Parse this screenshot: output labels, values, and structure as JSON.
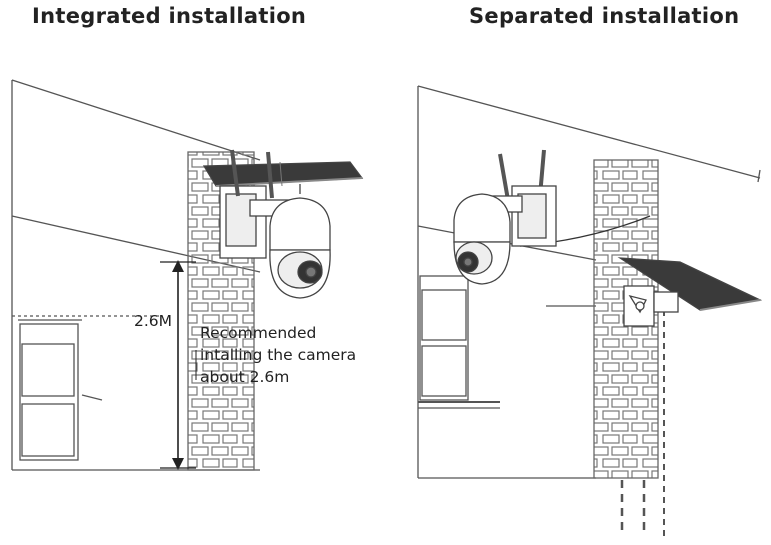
{
  "titles": {
    "integrated": "Integrated installation",
    "separated": "Separated installation"
  },
  "integrated": {
    "height_label": "2.6M",
    "note_lines": [
      "Recommended",
      "intalling the camera",
      "about 2.6m"
    ]
  },
  "colors": {
    "line": "#555555",
    "panel": "#3a3a3a",
    "camera_dark": "#333333"
  }
}
